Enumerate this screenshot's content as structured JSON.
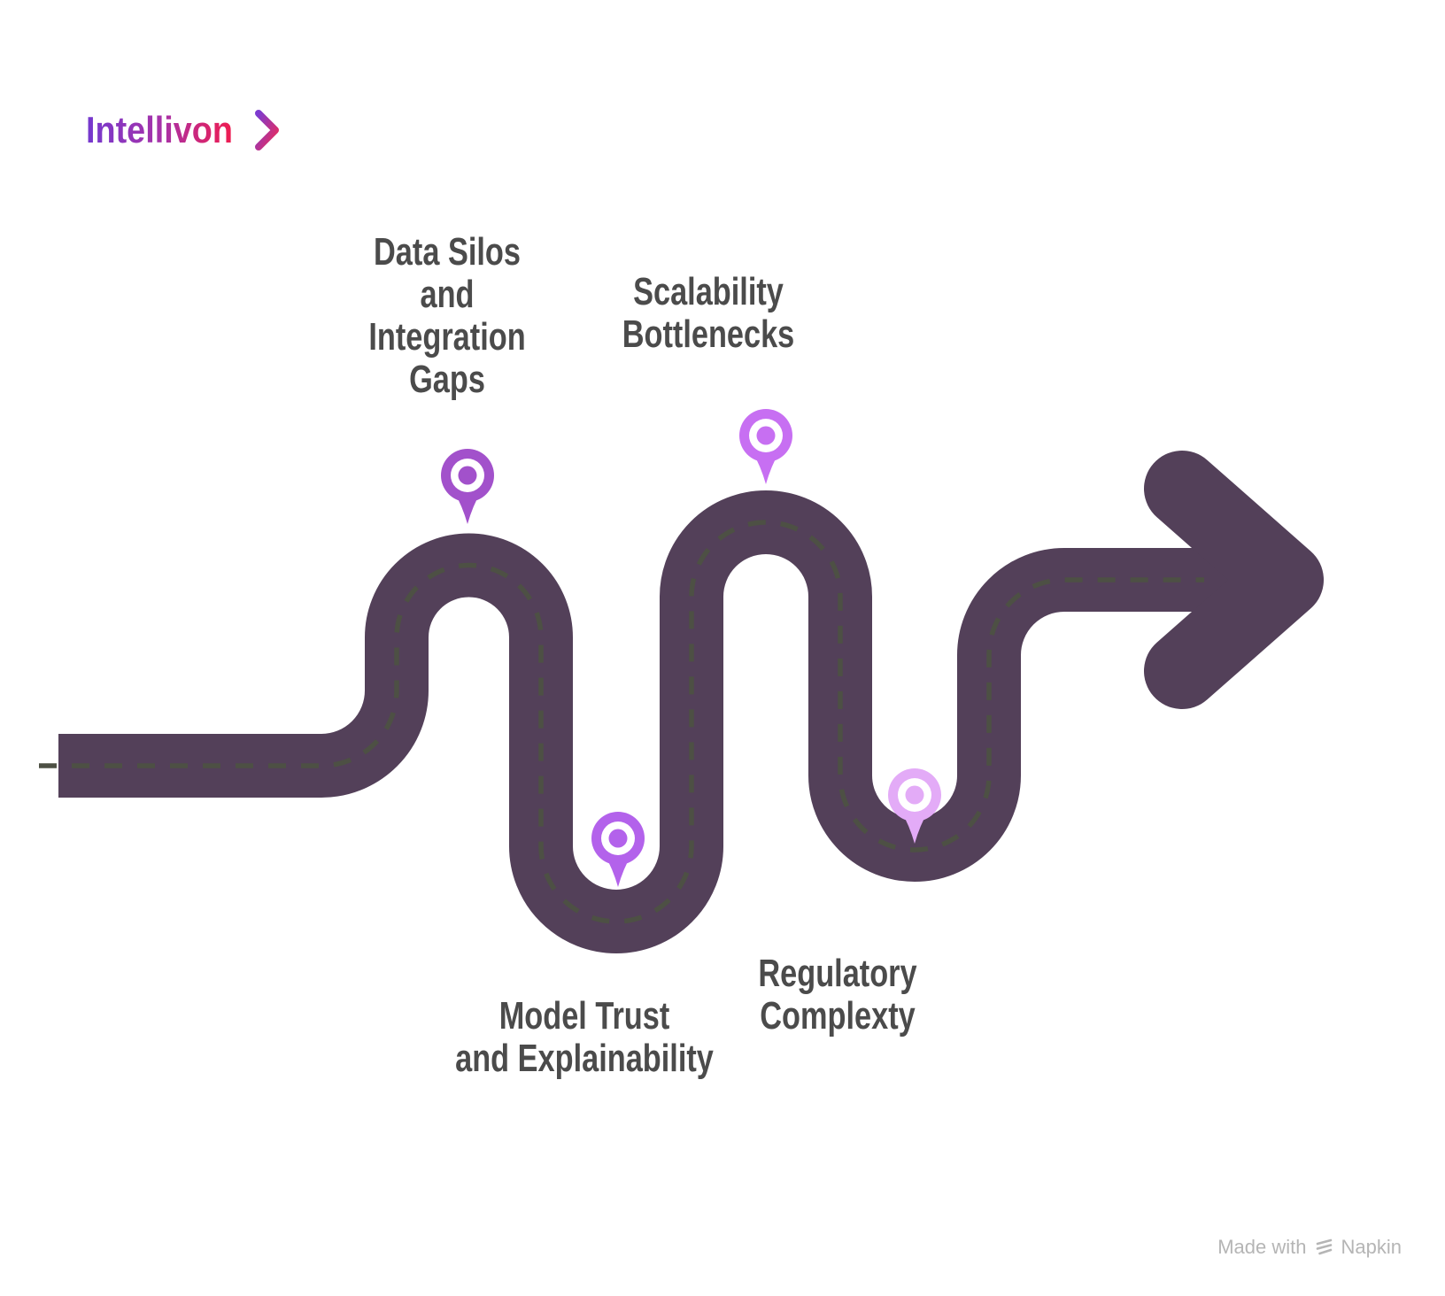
{
  "brand": {
    "name": "Intellivon",
    "chevron_icon": "chevron-right",
    "gradient_start": "#7439cf",
    "gradient_end": "#ef1c50"
  },
  "road": {
    "color": "#534059",
    "dash_color": "#4d5044"
  },
  "text_color": "#4b4b4b",
  "milestones": [
    {
      "label": "Data Silos\nand\nIntegration\nGaps",
      "pin_color": "#a251cb"
    },
    {
      "label": "Scalability\nBottlenecks",
      "pin_color": "#c76ff2"
    },
    {
      "label": "Model Trust\nand Explainability",
      "pin_color": "#b362eb"
    },
    {
      "label": "Regulatory\nComplexty",
      "pin_color": "#e3abf7"
    }
  ],
  "watermark": {
    "prefix": "Made with",
    "brand": "Napkin",
    "color": "#b5b5b5"
  }
}
